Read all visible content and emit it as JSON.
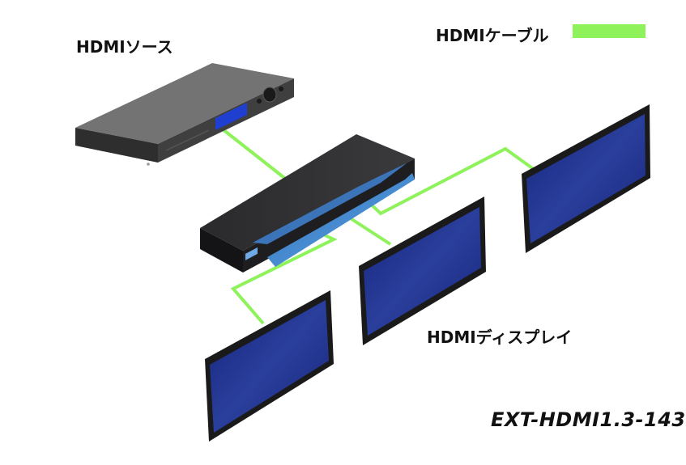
{
  "labels": {
    "source": "HDMIソース",
    "cable": "HDMIケーブル",
    "displays": "HDMIディスプレイ",
    "model": "EXT-HDMI1.3-143"
  },
  "colors": {
    "cable": "#8ef25a",
    "source_body": "#4f4f4f",
    "source_top": "#6e6e6e",
    "splitter_body": "#1d1d1f",
    "splitter_accent": "#3a7bc8",
    "display_frame": "#1e1e1e",
    "display_screen": "#1c2f82"
  },
  "icons": {
    "source_device": "hdmi-source-device",
    "splitter_device": "hdmi-splitter-device",
    "display_device": "hdmi-display-device"
  }
}
